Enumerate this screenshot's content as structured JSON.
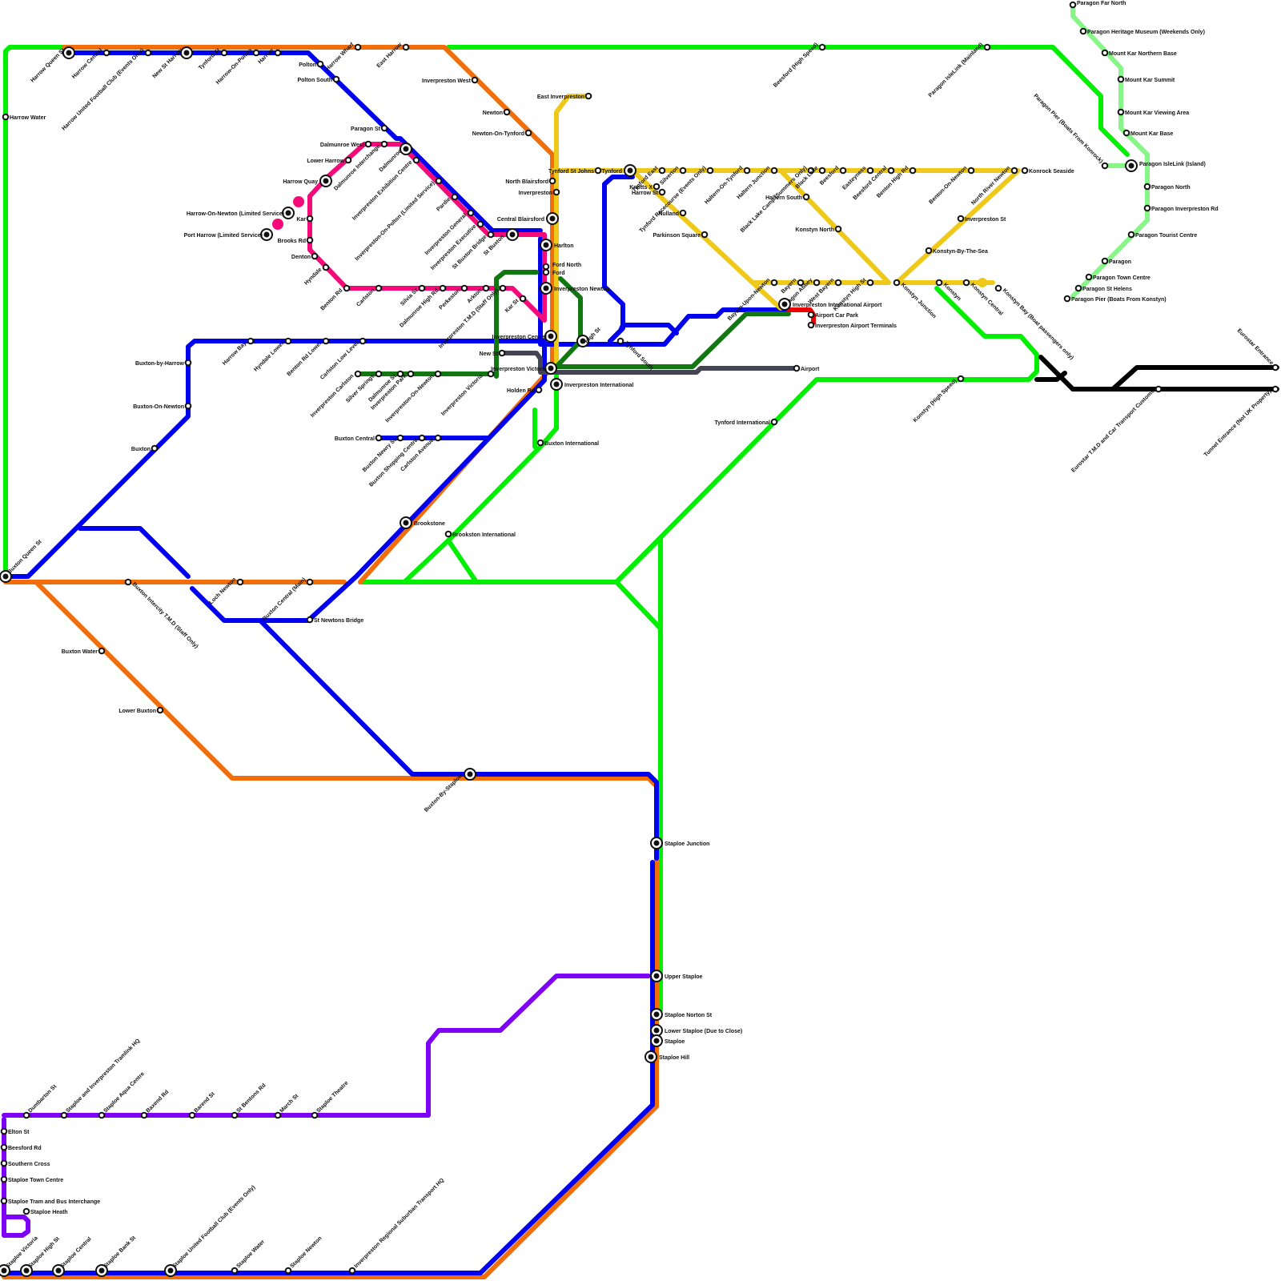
{
  "colors": {
    "green": "#00ee00",
    "orange": "#f26e0b",
    "blue": "#0000ee",
    "pink": "#f50a7a",
    "yellow": "#eec91a",
    "darkgreen": "#117711",
    "grey": "#444455",
    "red": "#ee0000",
    "purple": "#7f00f7",
    "lightgreen": "#88f588",
    "black": "#000000"
  },
  "stations": [
    {
      "name": "Harrow Queen St",
      "interchange": true
    },
    {
      "name": "Harrow Central"
    },
    {
      "name": "Harrow United Football Club (Events Only)"
    },
    {
      "name": "New St Harrow",
      "interchange": true
    },
    {
      "name": "Tynford St"
    },
    {
      "name": "Harrow-On-Polton"
    },
    {
      "name": "Harrow"
    },
    {
      "name": "Harrow Wharf"
    },
    {
      "name": "East Harrow"
    },
    {
      "name": "Harrow Water"
    },
    {
      "name": "Polton"
    },
    {
      "name": "Polton South"
    },
    {
      "name": "Paragon St"
    },
    {
      "name": "Dalmunroe West"
    },
    {
      "name": "Dalmunroe Interchange"
    },
    {
      "name": "Dalmunroe",
      "interchange": true
    },
    {
      "name": "Inverpreston Exhibition Centre"
    },
    {
      "name": "Lower Harrow"
    },
    {
      "name": "Harrow Quay",
      "interchange": true
    },
    {
      "name": "Harrow-On-Newton (Limited Service)",
      "interchange": true
    },
    {
      "name": "Port Harrow (Limited Service)",
      "interchange": true
    },
    {
      "name": "Kar"
    },
    {
      "name": "Brooks Rd"
    },
    {
      "name": "Denton"
    },
    {
      "name": "Hyndale"
    },
    {
      "name": "Inverpreston-On-Polton (Limited Service)"
    },
    {
      "name": "Pardie"
    },
    {
      "name": "Inverpreston General"
    },
    {
      "name": "Inverpreston Executive"
    },
    {
      "name": "St Buxton Bridge"
    },
    {
      "name": "St Buxton",
      "interchange": true
    },
    {
      "name": "Inverpreston West"
    },
    {
      "name": "Newton"
    },
    {
      "name": "Newton-On-Tynford"
    },
    {
      "name": "East Inverpreston"
    },
    {
      "name": "North Blairsford"
    },
    {
      "name": "Inverpreston"
    },
    {
      "name": "Central Blairsford",
      "interchange": true
    },
    {
      "name": "Harlton",
      "interchange": true
    },
    {
      "name": "Ford North"
    },
    {
      "name": "Ford"
    },
    {
      "name": "Inverpreston Newton",
      "interchange": true
    },
    {
      "name": "Benton Rd"
    },
    {
      "name": "Carlston"
    },
    {
      "name": "Silvia St"
    },
    {
      "name": "Dalmunroe High Rd"
    },
    {
      "name": "Perkeston"
    },
    {
      "name": "Arkton"
    },
    {
      "name": "Inverpreston T.M.D (Staff Only)"
    },
    {
      "name": "Kar St"
    },
    {
      "name": "Inverpreston Central",
      "interchange": true
    },
    {
      "name": "High St",
      "interchange": true
    },
    {
      "name": "Tynford South"
    },
    {
      "name": "New St"
    },
    {
      "name": "Inverpreston Victoria",
      "interchange": true
    },
    {
      "name": "Inverpreston International",
      "interchange": true
    },
    {
      "name": "Holden Rd"
    },
    {
      "name": "Airport"
    },
    {
      "name": "Harrow Bay"
    },
    {
      "name": "Hyndale Lower"
    },
    {
      "name": "Benton Rd Lower"
    },
    {
      "name": "Carlston Low Level"
    },
    {
      "name": "Buxton-by-Harrow"
    },
    {
      "name": "Buxton-On-Newton"
    },
    {
      "name": "Buxton"
    },
    {
      "name": "Inverpreston Carlston"
    },
    {
      "name": "Silver Springs"
    },
    {
      "name": "Dalmunroe St"
    },
    {
      "name": "Inverpreston Park"
    },
    {
      "name": "Inverpreston-On-Newton"
    },
    {
      "name": "Inverpreston Victoria"
    },
    {
      "name": "Buxton Central"
    },
    {
      "name": "Buxton Newry St"
    },
    {
      "name": "Buxton Shopping Centre"
    },
    {
      "name": "Carlston Avenue"
    },
    {
      "name": "Buxton International"
    },
    {
      "name": "Brookstone",
      "interchange": true
    },
    {
      "name": "Brookston International"
    },
    {
      "name": "Buxton Queen St",
      "interchange": true
    },
    {
      "name": "Buxton Intercity T.M.D (Staff Only)"
    },
    {
      "name": "Loch Newton"
    },
    {
      "name": "Buxton Central (Main)"
    },
    {
      "name": "St Newtons Bridge"
    },
    {
      "name": "Buxton Water"
    },
    {
      "name": "Lower Buxton"
    },
    {
      "name": "Buxton-By-Staploe",
      "interchange": true
    },
    {
      "name": "Tynford International"
    },
    {
      "name": "Staploe Junction",
      "interchange": true
    },
    {
      "name": "Upper Staploe",
      "interchange": true
    },
    {
      "name": "Staploe Norton St",
      "interchange": true
    },
    {
      "name": "Lower Staploe (Due to Close)",
      "interchange": true
    },
    {
      "name": "Staploe",
      "interchange": true
    },
    {
      "name": "Staploe Hill",
      "interchange": true
    },
    {
      "name": "Tynford St Johns"
    },
    {
      "name": "Tynford",
      "interchange": true
    },
    {
      "name": "Tynford East"
    },
    {
      "name": "Silverton"
    },
    {
      "name": "Tynford Racecourse (Events Only)"
    },
    {
      "name": "Haltern-On-Tynford"
    },
    {
      "name": "Haltern Junction"
    },
    {
      "name": "Black Lake Camp (Summers Only)"
    },
    {
      "name": "Black Lake"
    },
    {
      "name": "Beesford"
    },
    {
      "name": "Easteyness"
    },
    {
      "name": "Beesford Central"
    },
    {
      "name": "Benton High Rd"
    },
    {
      "name": "Benton-On-Newton"
    },
    {
      "name": "North River Newton"
    },
    {
      "name": "Konrock Seaside"
    },
    {
      "name": "Knotts X"
    },
    {
      "name": "Harrow St"
    },
    {
      "name": "Nulland"
    },
    {
      "name": "Parkinson Square"
    },
    {
      "name": "Haltern South"
    },
    {
      "name": "Konstyn North"
    },
    {
      "name": "Inverpreston St"
    },
    {
      "name": "Konstyn-By-The-Sea"
    },
    {
      "name": "Bayern-Upon-Newton"
    },
    {
      "name": "Bayern"
    },
    {
      "name": "Paragon Abbey"
    },
    {
      "name": "West Bayern"
    },
    {
      "name": "Konstyn High St"
    },
    {
      "name": "Konstyn Junction"
    },
    {
      "name": "Konstyn"
    },
    {
      "name": "Konstyn Central"
    },
    {
      "name": "Konstyn Bay (Boat passengers only)"
    },
    {
      "name": "Inverpreston International Airport",
      "interchange": true
    },
    {
      "name": "Airport Car Park"
    },
    {
      "name": "Inverpreston Airport Terminals"
    },
    {
      "name": "Beesford (High Speed)"
    },
    {
      "name": "Paragon IsleLink (Mainland)"
    },
    {
      "name": "Konstyn (High Speed)"
    },
    {
      "name": "Paragon Far North"
    },
    {
      "name": "Paragon Heritage Museum (Weekends Only)"
    },
    {
      "name": "Mount Kar Northern Base"
    },
    {
      "name": "Mount Kar Summit"
    },
    {
      "name": "Mount Kar Viewing Area"
    },
    {
      "name": "Mount Kar Base"
    },
    {
      "name": "Paragon Pier (Boats From Konrock)"
    },
    {
      "name": "Paragon IsleLink (Island)",
      "interchange": true
    },
    {
      "name": "Paragon North"
    },
    {
      "name": "Paragon Inverpreston Rd"
    },
    {
      "name": "Paragon Tourist Centre"
    },
    {
      "name": "Paragon"
    },
    {
      "name": "Paragon Town Centre"
    },
    {
      "name": "Paragon St Helens"
    },
    {
      "name": "Paragon Pier (Boats From Konstyn)"
    },
    {
      "name": "Eurostar Entrance"
    },
    {
      "name": "Eurostar T.M.D and Car Transport Customs"
    },
    {
      "name": "Tunnel Entrance (Not UK Property)"
    },
    {
      "name": "Dumbarton St"
    },
    {
      "name": "Staploe and Inverpreston Tramlink HQ"
    },
    {
      "name": "Staploe Aqua Centre"
    },
    {
      "name": "Baxend Rd"
    },
    {
      "name": "Barend St"
    },
    {
      "name": "St Bentons Rd"
    },
    {
      "name": "March St"
    },
    {
      "name": "Staploe Theatre"
    },
    {
      "name": "Elton St"
    },
    {
      "name": "Beesford Rd"
    },
    {
      "name": "Southern Cross"
    },
    {
      "name": "Staploe Town Centre"
    },
    {
      "name": "Staploe Tram and Bus Interchange"
    },
    {
      "name": "Staploe Heath"
    },
    {
      "name": "Staploe Victoria",
      "interchange": true
    },
    {
      "name": "Staploe High St",
      "interchange": true
    },
    {
      "name": "Staploe Central",
      "interchange": true
    },
    {
      "name": "Staploe Bank St",
      "interchange": true
    },
    {
      "name": "Staploe United Football Club (Events Only)",
      "interchange": true
    },
    {
      "name": "Staploe Water"
    },
    {
      "name": "Staploe Newton"
    },
    {
      "name": "Inverpreston Regional Suburban Transport HQ"
    }
  ]
}
